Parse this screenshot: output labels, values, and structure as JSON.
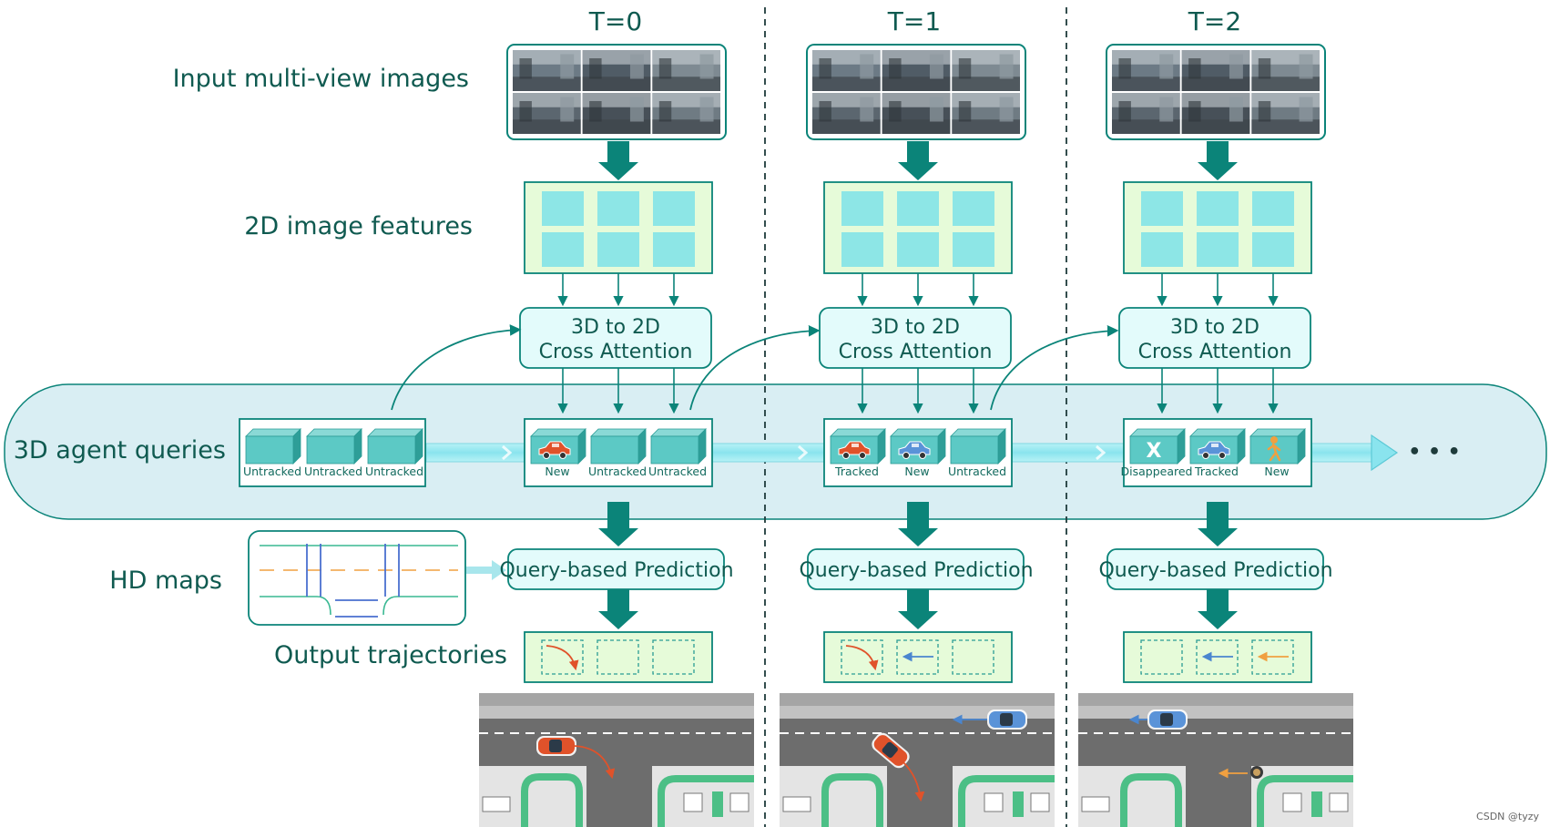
{
  "time_steps": [
    "T=0",
    "T=1",
    "T=2"
  ],
  "row_labels": {
    "input": "Input multi-view images",
    "features": "2D image features",
    "queries": "3D agent queries",
    "hdmaps": "HD maps",
    "output": "Output trajectories"
  },
  "cross_attention": {
    "line1": "3D to 2D",
    "line2": "Cross Attention"
  },
  "prediction_label": "Query-based Prediction",
  "initial_queries": [
    "Untracked",
    "Untracked",
    "Untracked"
  ],
  "query_states": [
    [
      "New",
      "Untracked",
      "Untracked"
    ],
    [
      "Tracked",
      "New",
      "Untracked"
    ],
    [
      "Disappeared",
      "Tracked",
      "New"
    ]
  ],
  "query_icons": [
    [
      "car-red",
      "",
      ""
    ],
    [
      "car-red",
      "car-blue",
      ""
    ],
    [
      "x-mark",
      "car-blue",
      "pedestrian"
    ]
  ],
  "disappeared_mark": "X",
  "ellipsis": "• • •",
  "credit": "CSDN @tyzy",
  "colors": {
    "teal_dark": "#0b8479",
    "teal_text": "#0f5a50",
    "feature_bg": "#e6fbd9",
    "feature_cell": "#8de6e6",
    "query_band": "#d9eef3",
    "query_cube": "#5cc9c5",
    "car_red": "#e0522a",
    "car_blue": "#5a93d8",
    "pedestrian": "#f0a040"
  }
}
